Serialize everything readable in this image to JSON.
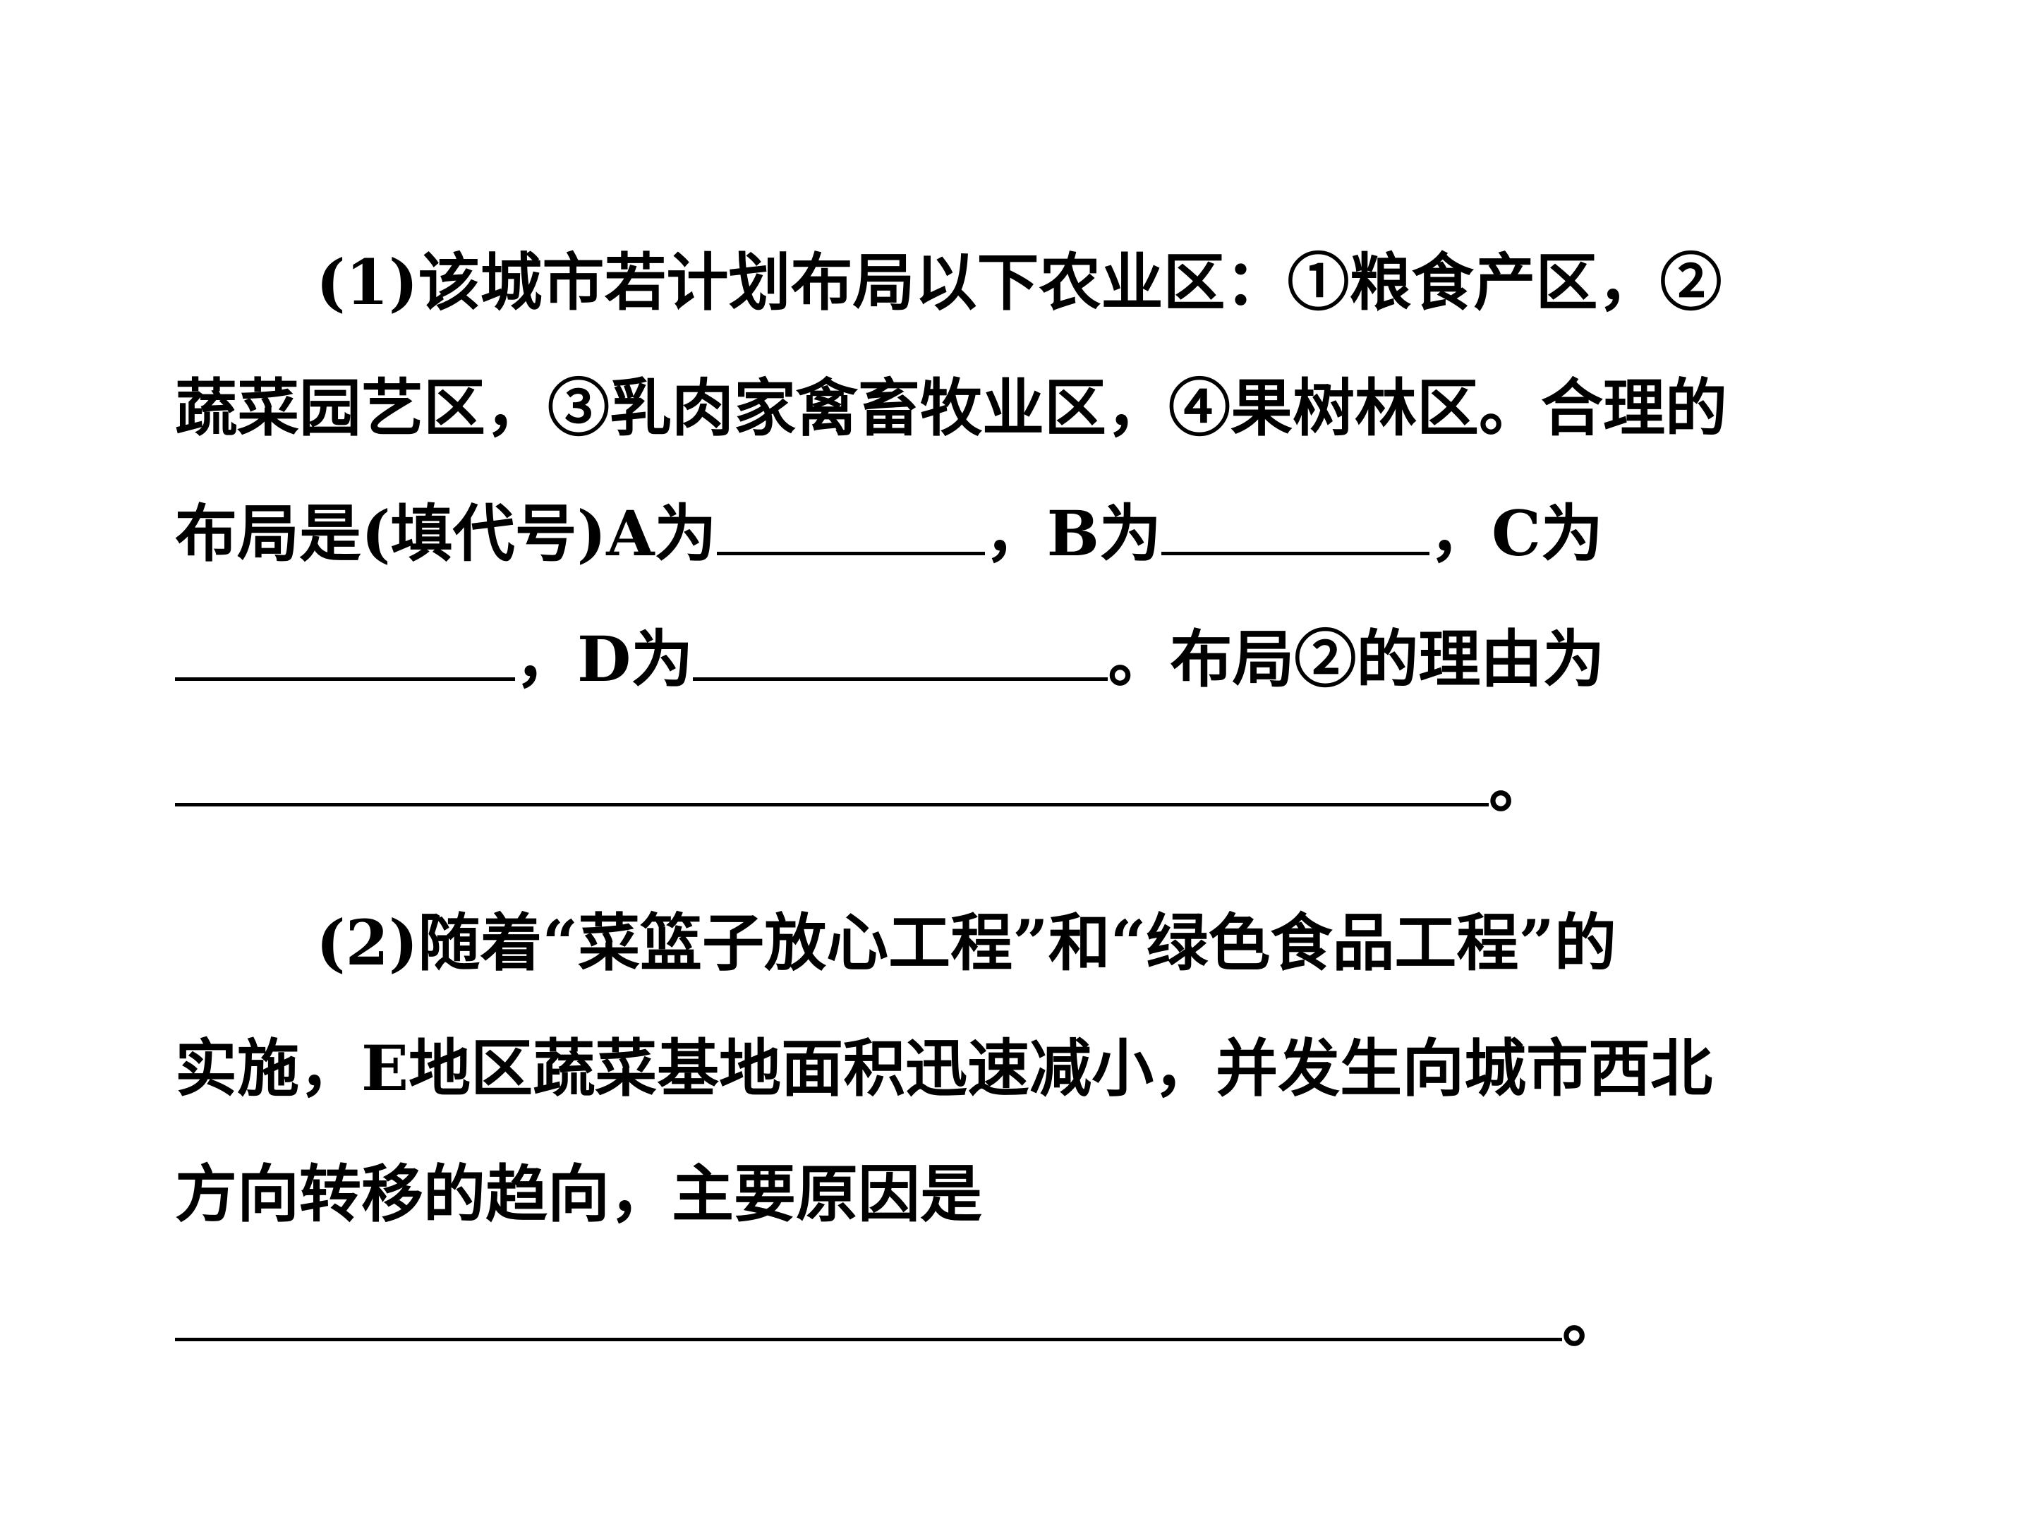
{
  "question1": {
    "line1": "(1)该城市若计划布局以下农业区：①粮食产区，②",
    "line2": "蔬菜园艺区，③乳肉家禽畜牧业区，④果树林区。合理的",
    "line3_part1": "布局是(填代号)A为",
    "line3_part2": "，B为",
    "line3_part3": "，C为",
    "line4_part1": "，D为",
    "line4_part2": "。布局②的理由为",
    "line5_end": "。"
  },
  "question2": {
    "line1": "(2)随着“菜篮子放心工程”和“绿色食品工程”的",
    "line2": "实施，E地区蔬菜基地面积迅速减小，并发生向城市西北",
    "line3": "方向转移的趋向，主要原因是",
    "line4_end": "。"
  }
}
